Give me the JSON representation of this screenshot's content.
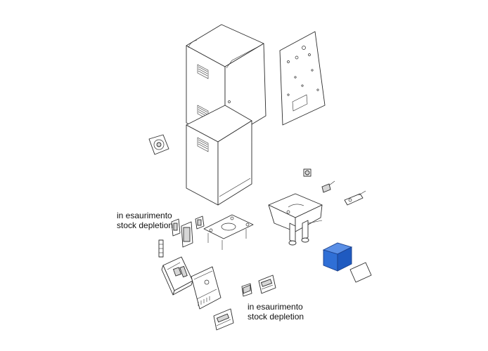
{
  "callouts": [
    {
      "line1": "in esaurimento",
      "line2": "stock depletion"
    },
    {
      "line1": "in esaurimento",
      "line2": "stock depletion"
    }
  ],
  "colors": {
    "highlight_fill": "#2f6fd6",
    "highlight_stroke": "#1a3f8a",
    "outline": "#2b2b2b",
    "background": "#ffffff"
  },
  "highlighted_part": "blue-cover-box"
}
